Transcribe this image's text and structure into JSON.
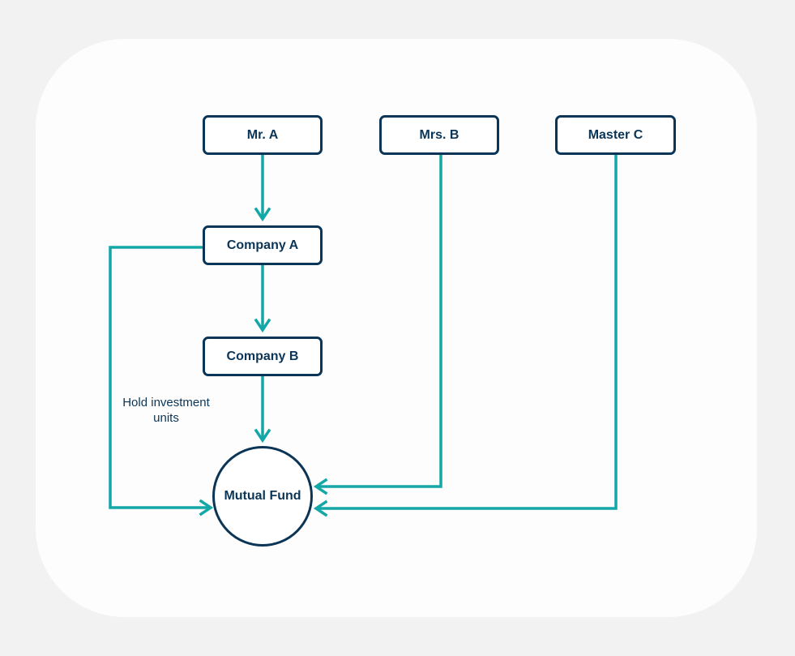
{
  "nodes": {
    "mr_a": "Mr. A",
    "mrs_b": "Mrs. B",
    "master_c": "Master C",
    "company_a": "Company A",
    "company_b": "Company B",
    "mutual_fund": "Mutual Fund"
  },
  "edge_label": "Hold investment units",
  "colors": {
    "node_border": "#0b3556",
    "arrow": "#14a7a7",
    "card": "#fdfdfd",
    "background": "#f2f2f2"
  }
}
